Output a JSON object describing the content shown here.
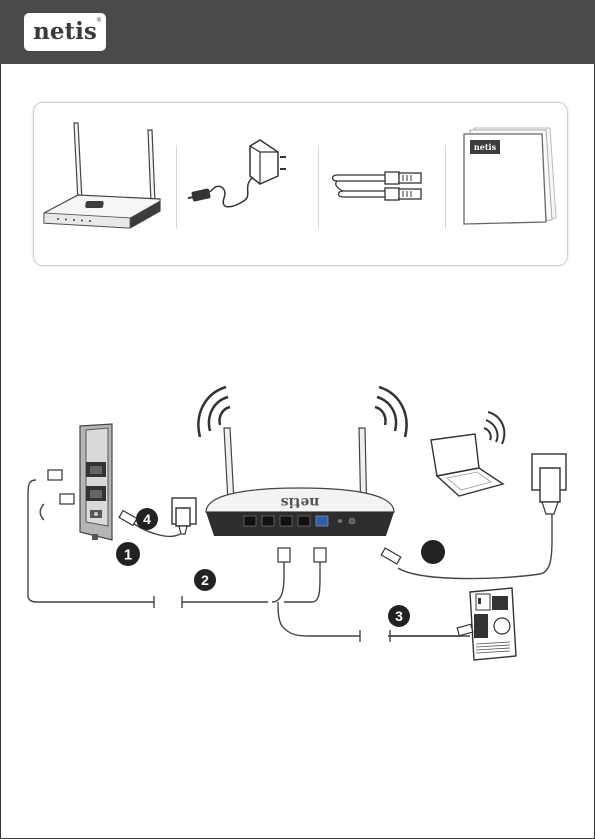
{
  "header": {
    "brand": "netis",
    "brand_mark": "®",
    "background_color": "#4a4a4a"
  },
  "package_contents": {
    "items": [
      {
        "icon": "router-icon"
      },
      {
        "icon": "power-adapter-icon"
      },
      {
        "icon": "ethernet-cable-icon"
      },
      {
        "icon": "quick-guide-icon"
      }
    ],
    "manual_logo": "netis"
  },
  "setup_diagram": {
    "router_brand": "netis",
    "steps": [
      {
        "number": "1"
      },
      {
        "number": "2"
      },
      {
        "number": "3"
      },
      {
        "number": "4"
      }
    ],
    "badge_color": "#222222"
  }
}
